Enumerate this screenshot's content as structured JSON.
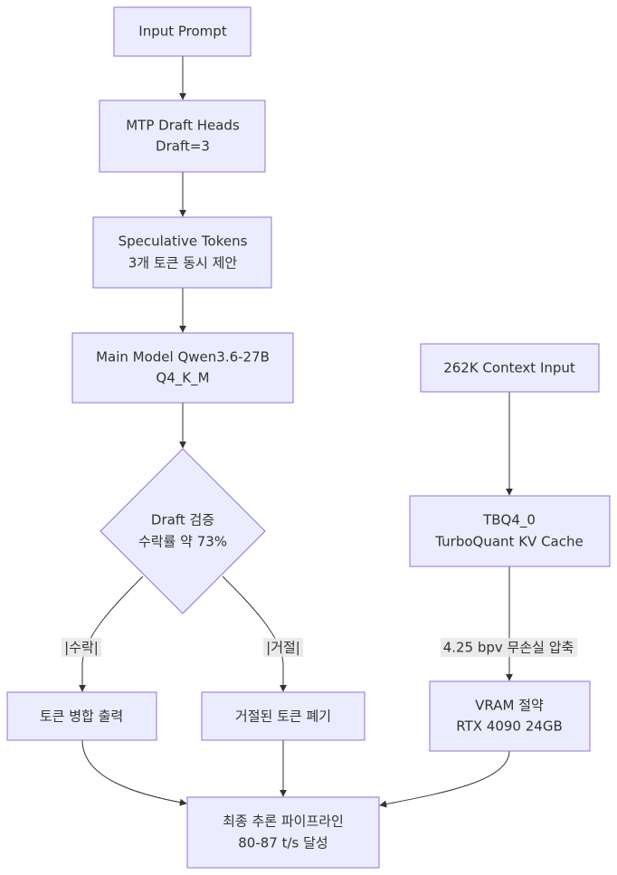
{
  "nodes": {
    "input_prompt": {
      "lines": [
        "Input Prompt"
      ]
    },
    "mtp_draft": {
      "lines": [
        "MTP Draft Heads",
        "Draft=3"
      ]
    },
    "speculative": {
      "lines": [
        "Speculative Tokens",
        "3개 토큰 동시 제안"
      ]
    },
    "main_model": {
      "lines": [
        "Main Model Qwen3.6-27B",
        "Q4_K_M"
      ]
    },
    "draft_verify": {
      "lines": [
        "Draft 검증",
        "수락률 약 73%"
      ]
    },
    "token_merge": {
      "lines": [
        "토큰 병합 출력"
      ]
    },
    "rejected": {
      "lines": [
        "거절된 토큰 폐기"
      ]
    },
    "context_input": {
      "lines": [
        "262K Context Input"
      ]
    },
    "tbq": {
      "lines": [
        "TBQ4_0",
        "TurboQuant KV Cache"
      ]
    },
    "vram": {
      "lines": [
        "VRAM 절약",
        "RTX 4090 24GB"
      ]
    },
    "final": {
      "lines": [
        "최종 추론 파이프라인",
        "80-87 t/s 달성"
      ]
    }
  },
  "edge_labels": {
    "accept": "|수락|",
    "reject": "|거절|",
    "compress": "4.25 bpv 무손실 압축"
  },
  "colors": {
    "node_fill": "#ECECFF",
    "node_stroke": "#9370DB",
    "edge": "#333333",
    "text": "#333333",
    "label_bg": "#e8e8e8"
  }
}
